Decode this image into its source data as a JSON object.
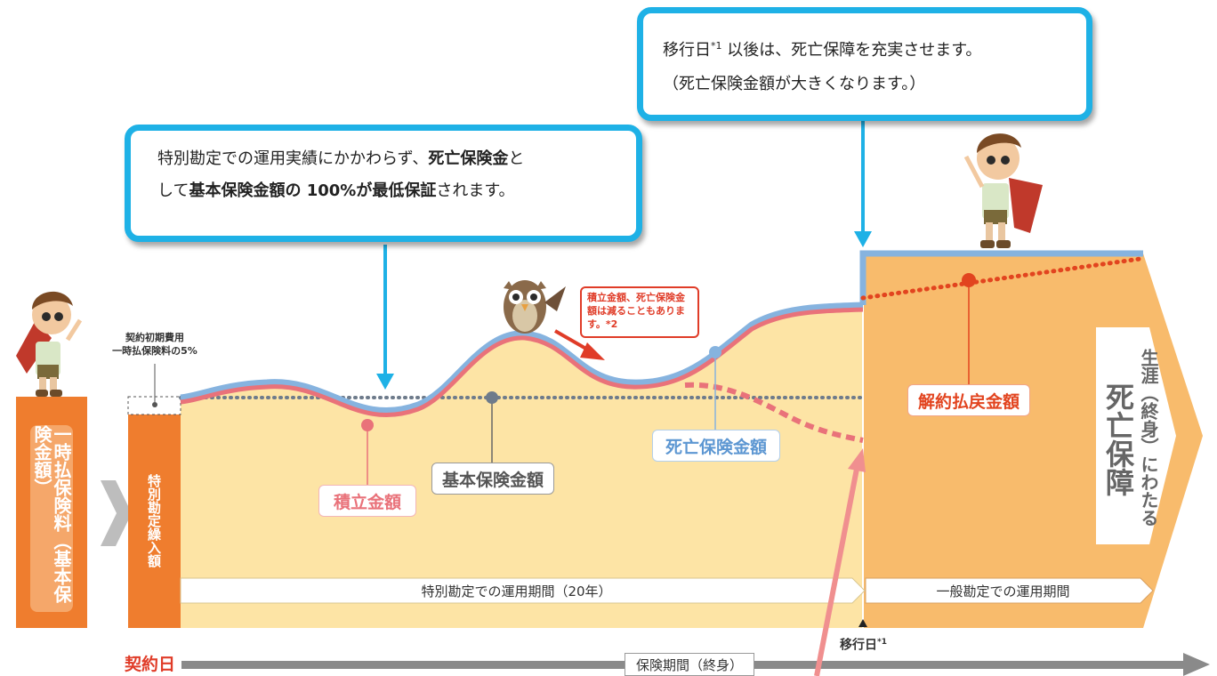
{
  "callout_left": {
    "line1_pre": "特別勘定での運用実績にかかわらず、",
    "line1_bold": "死亡保険金",
    "line1_post": "と",
    "line2_pre": "して",
    "line2_bold": "基本保険金額の 100%が最低保証",
    "line2_post": "されます。"
  },
  "callout_right": {
    "line1_pre": "移行日",
    "line1_sup": "*1",
    "line1_post": " 以後は、死亡保障を充実させます。",
    "line2": "（死亡保険金額が大きくなります。）"
  },
  "premium_column": "一時払保険料（基本保険金額）",
  "initial_cost": {
    "line1": "契約初期費用",
    "line2": "一時払保険料の5%"
  },
  "special_account_column": "特別勘定繰入額",
  "owl_note": "積立金額、死亡保険金額は減ることもあります。*2",
  "labels": {
    "accumulated": "積立金額",
    "basic_amount": "基本保険金額",
    "death_benefit": "死亡保険金額",
    "surrender_value": "解約払戻金額"
  },
  "lifetime": {
    "line_a": "生涯（終身）にわたる",
    "line_b": "死亡保障"
  },
  "periods": {
    "special": "特別勘定での運用期間（20年）",
    "general": "一般勘定での運用期間"
  },
  "timeline": {
    "start": "契約日",
    "transfer": "移行日",
    "transfer_sup": "*1",
    "coverage": "保険期間（終身）"
  },
  "colors": {
    "callout_border": "#1eb1e6",
    "orange": "#ef7d2e",
    "cream": "#fde4a5",
    "general_area": "#f8bb6c",
    "pink": "#e9727a",
    "blue_line": "#86b3df",
    "red_dots": "#e2441f"
  }
}
